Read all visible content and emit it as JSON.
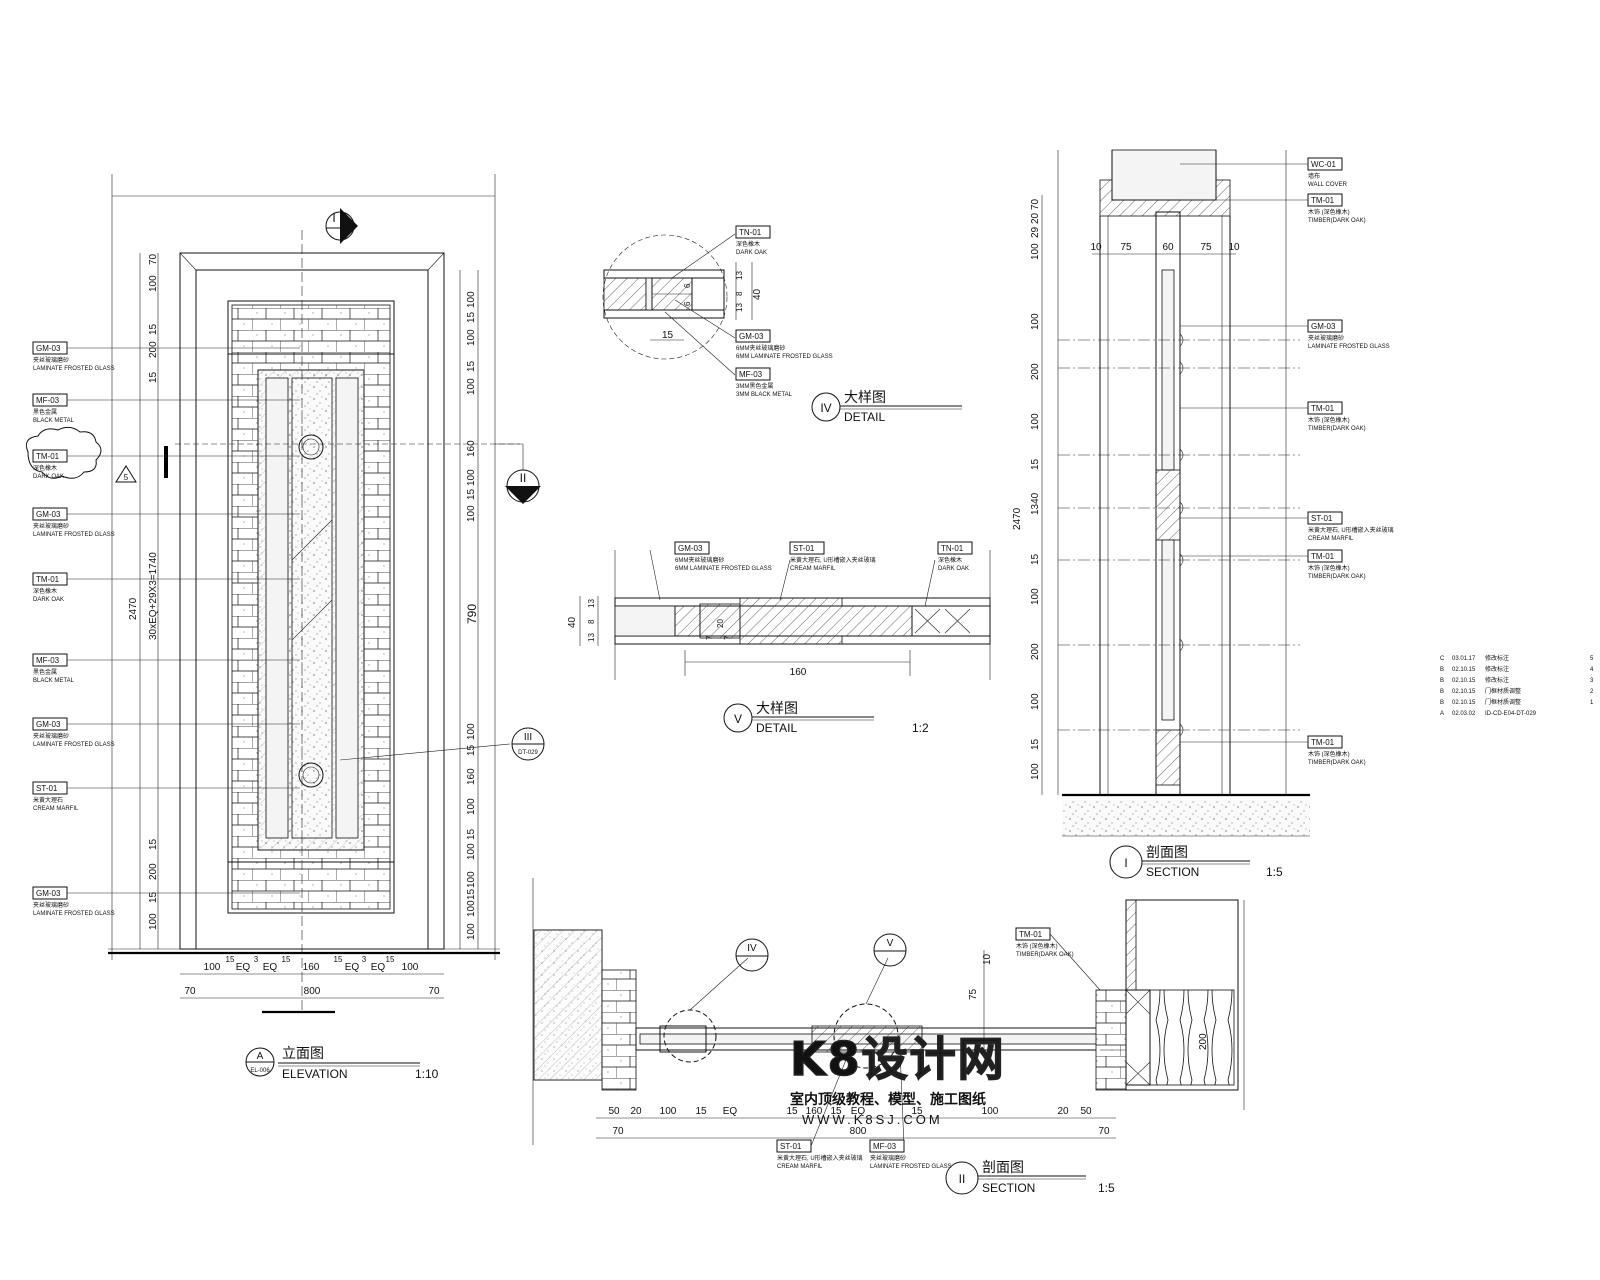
{
  "elevation": {
    "title_cn": "立面图",
    "title_en": "ELEVATION",
    "scale": "1:10",
    "ref_id": "A",
    "ref_sheet": "EL-006",
    "section_mark_i": "I",
    "section_mark_ii": "II",
    "detail_mark_iii": "III",
    "detail_mark_iii_ref": "DT-029",
    "revision_mark": "5",
    "left_labels": [
      {
        "code": "GM-03",
        "cn": "夹丝玻璃磨砂",
        "en": "LAMINATE FROSTED GLASS"
      },
      {
        "code": "MF-03",
        "cn": "黑色金属",
        "en": "BLACK METAL"
      },
      {
        "code": "TM-01",
        "cn": "深色橡木",
        "en": "DARK OAK"
      },
      {
        "code": "GM-03",
        "cn": "夹丝玻璃磨砂",
        "en": "LAMINATE FROSTED GLASS"
      },
      {
        "code": "TM-01",
        "cn": "深色橡木",
        "en": "DARK OAK"
      },
      {
        "code": "MF-03",
        "cn": "黑色金属",
        "en": "BLACK METAL"
      },
      {
        "code": "GM-03",
        "cn": "夹丝玻璃磨砂",
        "en": "LAMINATE FROSTED GLASS"
      },
      {
        "code": "ST-01",
        "cn": "米黄大理石",
        "en": "CREAM MARFIL"
      },
      {
        "code": "GM-03",
        "cn": "夹丝玻璃磨砂",
        "en": "LAMINATE FROSTED GLASS"
      }
    ],
    "left_dims": [
      "70",
      "100",
      "15",
      "200",
      "15",
      "2470",
      "30xEQ+29X3=1740",
      "15",
      "200",
      "15",
      "100"
    ],
    "right_dims": [
      "100",
      "15",
      "100",
      "15",
      "100",
      "160",
      "100",
      "15",
      "100",
      "790",
      "100",
      "15",
      "160",
      "100",
      "15",
      "100",
      "100",
      "15",
      "100",
      "100"
    ],
    "bottom_dims_row1": [
      "100",
      "EQ",
      "EQ",
      "160",
      "EQ",
      "EQ",
      "100"
    ],
    "bottom_dims_small": [
      "15",
      "3",
      "15",
      "15",
      "3",
      "15"
    ],
    "bottom_dims_row2": [
      "70",
      "800",
      "70"
    ]
  },
  "detail_iv": {
    "title_cn": "大样图",
    "title_en": "DETAIL",
    "mark": "IV",
    "labels": [
      {
        "code": "TN-01",
        "cn": "深色橡木",
        "en": "DARK OAK"
      },
      {
        "code": "GM-03",
        "cn": "6MM夹丝玻璃磨砂",
        "en": "6MM LAMINATE FROSTED GLASS"
      },
      {
        "code": "MF-03",
        "cn": "3MM黑色金属",
        "en": "3MM BLACK METAL"
      }
    ],
    "dims": [
      "13",
      "8",
      "13",
      "40",
      "6",
      "6",
      "15"
    ]
  },
  "detail_v": {
    "title_cn": "大样图",
    "title_en": "DETAIL",
    "mark": "V",
    "scale": "1:2",
    "labels": [
      {
        "code": "GM-03",
        "cn": "6MM夹丝玻璃磨砂",
        "en": "6MM LAMINATE FROSTED GLASS"
      },
      {
        "code": "ST-01",
        "cn": "米黄大理石, U形槽嵌入夹丝玻璃",
        "en": "CREAM MARFIL"
      },
      {
        "code": "TN-01",
        "cn": "深色橡木",
        "en": "DARK OAK"
      }
    ],
    "dims": [
      "40",
      "13",
      "8",
      "13",
      "20",
      "7",
      "7",
      "160"
    ]
  },
  "section_i": {
    "title_cn": "剖面图",
    "title_en": "SECTION",
    "mark": "I",
    "scale": "1:5",
    "right_labels": [
      {
        "code": "WC-01",
        "cn": "墙布",
        "en": "WALL COVER"
      },
      {
        "code": "TM-01",
        "cn": "木饰 (深色橡木)",
        "en": "TIMBER(DARK OAK)"
      },
      {
        "code": "GM-03",
        "cn": "夹丝玻璃磨砂",
        "en": "LAMINATE FROSTED GLASS"
      },
      {
        "code": "TM-01",
        "cn": "木饰 (深色橡木)",
        "en": "TIMBER(DARK OAK)"
      },
      {
        "code": "ST-01",
        "cn": "米黄大理石, U形槽嵌入夹丝玻璃",
        "en": "CREAM MARFIL"
      },
      {
        "code": "TM-01",
        "cn": "木饰 (深色橡木)",
        "en": "TIMBER(DARK OAK)"
      },
      {
        "code": "TM-01",
        "cn": "木饰 (深色橡木)",
        "en": "TIMBER(DARK OAK)"
      }
    ],
    "top_dims": [
      "10",
      "75",
      "60",
      "75",
      "10"
    ],
    "left_dims": [
      "70",
      "20",
      "29",
      "100",
      "100",
      "200",
      "100",
      "15",
      "1340",
      "2470",
      "15",
      "100",
      "200",
      "100",
      "15",
      "100"
    ]
  },
  "section_ii": {
    "title_cn": "剖面图",
    "title_en": "SECTION",
    "mark": "II",
    "scale": "1:5",
    "callout_iv": "IV",
    "callout_v": "V",
    "labels": [
      {
        "code": "TM-01",
        "cn": "木饰 (深色橡木)",
        "en": "TIMBER(DARK OAK)"
      },
      {
        "code": "ST-01",
        "cn": "米黄大理石, U形槽嵌入夹丝玻璃",
        "en": "CREAM MARFIL"
      },
      {
        "code": "MF-03",
        "cn": "夹丝玻璃磨砂",
        "en": "LAMINATE FROSTED GLASS"
      }
    ],
    "dims_row1": [
      "50",
      "20",
      "100",
      "15",
      "EQ",
      "15",
      "160",
      "15",
      "EQ",
      "15",
      "100",
      "20",
      "50"
    ],
    "dims_row2": [
      "70",
      "800",
      "70"
    ],
    "side_dims": [
      "10",
      "75",
      "200"
    ]
  },
  "revision_table": [
    {
      "rev": "C",
      "date": "03.01.17",
      "desc": "修改标注",
      "no": "5"
    },
    {
      "rev": "B",
      "date": "02.10.15",
      "desc": "修改标注",
      "no": "4"
    },
    {
      "rev": "B",
      "date": "02.10.15",
      "desc": "修改标注",
      "no": "3"
    },
    {
      "rev": "B",
      "date": "02.10.15",
      "desc": "门框材质调整",
      "no": "2"
    },
    {
      "rev": "B",
      "date": "02.10.15",
      "desc": "门框材质调整",
      "no": "1"
    },
    {
      "rev": "A",
      "date": "02.03.02",
      "desc": "ID-CD-E04-DT-029",
      "no": ""
    }
  ],
  "watermark": {
    "brand": "K8设计网",
    "tagline": "室内顶级教程、模型、施工图纸",
    "url": "WWW.K8SJ.COM"
  }
}
